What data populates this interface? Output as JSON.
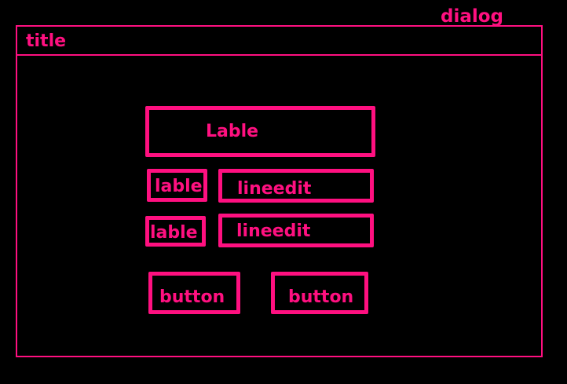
{
  "colors": {
    "accent": "#ff1080",
    "background": "#000000"
  },
  "dialog": {
    "label": "dialog",
    "title": "title"
  },
  "widgets": {
    "header_label": "Lable",
    "row1_label": "lable",
    "row1_edit": "lineedit",
    "row2_label": "lable",
    "row2_edit": "lineedit",
    "button1": "button",
    "button2": "button"
  }
}
